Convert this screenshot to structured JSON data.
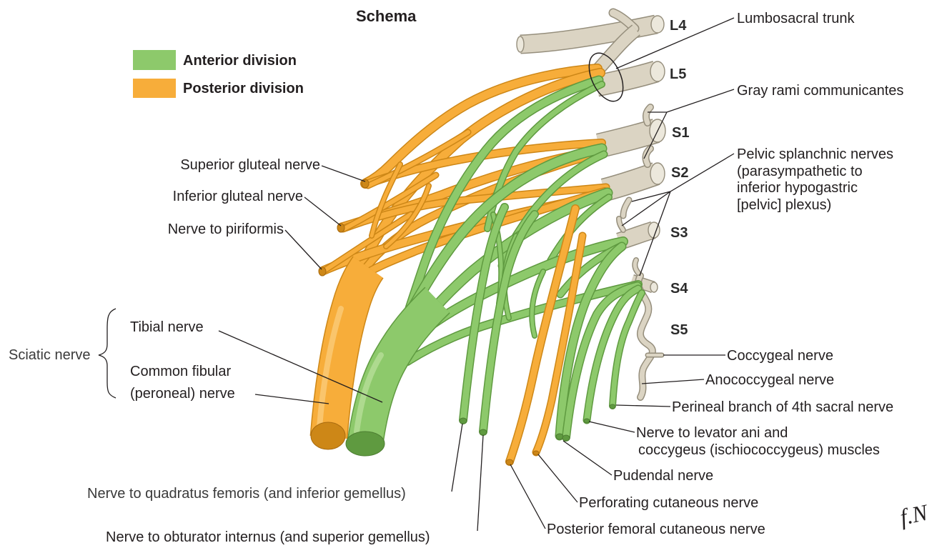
{
  "title": "Schema",
  "legend": [
    {
      "label": "Anterior division",
      "color": "#8dc96b"
    },
    {
      "label": "Posterior division",
      "color": "#f7ad3a"
    }
  ],
  "colors": {
    "anterior": "#8dc96b",
    "anterior_outline": "#5f9a40",
    "posterior": "#f7ad3a",
    "posterior_outline": "#cd8717",
    "root": "#dbd4c3",
    "root_outline": "#958e7c",
    "root_cap": "#ece8dc"
  },
  "roots": [
    "L4",
    "L5",
    "S1",
    "S2",
    "S3",
    "S4",
    "S5"
  ],
  "labels": {
    "lumbosacral_trunk": "Lumbosacral trunk",
    "gray_rami": "Gray rami communicantes",
    "pelvic_splanchnic": [
      "Pelvic splanchnic nerves",
      "(parasympathetic to",
      "inferior hypogastric",
      "[pelvic] plexus)"
    ],
    "coccygeal": "Coccygeal nerve",
    "anococcygeal": "Anococcygeal nerve",
    "perineal_branch": "Perineal branch of 4th sacral nerve",
    "levator_ani": [
      "Nerve to levator ani and",
      "coccygeus (ischiococcygeus) muscles"
    ],
    "pudendal": "Pudendal nerve",
    "perforating_cutaneous": "Perforating cutaneous nerve",
    "posterior_femoral_cutaneous": "Posterior femoral cutaneous nerve",
    "superior_gluteal": "Superior gluteal nerve",
    "inferior_gluteal": "Inferior gluteal nerve",
    "piriformis": "Nerve to piriformis",
    "sciatic": "Sciatic nerve",
    "tibial": "Tibial nerve",
    "common_fibular": [
      "Common fibular",
      "(peroneal) nerve"
    ],
    "quadratus_femoris": "Nerve to quadratus femoris (and inferior gemellus)",
    "obturator_internus": "Nerve to obturator internus (and superior gemellus)"
  },
  "signature": "f.N"
}
